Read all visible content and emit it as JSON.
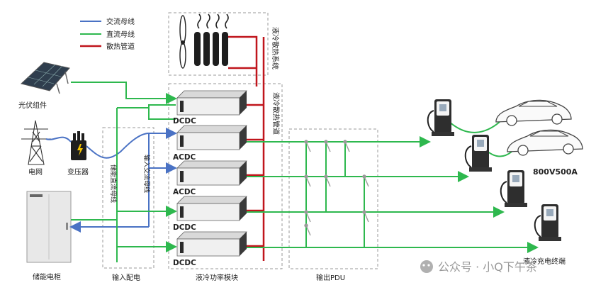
{
  "legend": {
    "ac_bus": "交流母线",
    "dc_bus": "直流母线",
    "cooling_pipe": "散热管道"
  },
  "colors": {
    "ac_bus": "#4a72c4",
    "dc_bus": "#2eb84e",
    "cooling_pipe": "#c0151c",
    "box_border": "#9a9a9a",
    "module": "#f0f0f0",
    "module_dark": "#2b2b2b"
  },
  "components": {
    "pv": "光伏组件",
    "grid": "电网",
    "transformer": "变压器",
    "storage": "储能电柜",
    "input_dist": "输入配电",
    "power_module": "液冷功率模块",
    "pdu": "输出PDU",
    "cooling_system": "液冷散热系统",
    "cooling_pipe_label": "液冷散热管道",
    "storage_dc_bus": "储能直流母线",
    "input_ac_bus": "输入交流母线",
    "charger_rating": "800V500A",
    "terminal": "液冷充电终端"
  },
  "modules": [
    "DCDC",
    "ACDC",
    "ACDC",
    "DCDC",
    "DCDC"
  ],
  "watermark": "公众号 · 小Q下午茶"
}
